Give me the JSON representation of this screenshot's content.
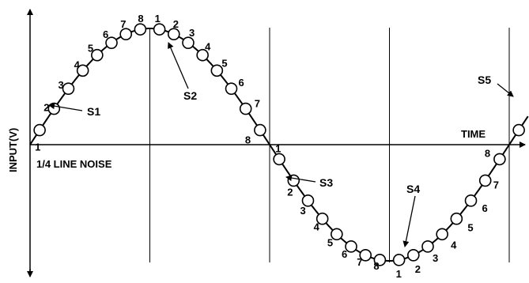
{
  "axes": {
    "y_label": "INPUT(V)",
    "x_label": "TIME"
  },
  "note": "1/4 LINE NOISE",
  "sample_numbers": [
    "1",
    "2",
    "3",
    "4",
    "5",
    "6",
    "7",
    "8"
  ],
  "markers": [
    "S1",
    "S2",
    "S3",
    "S4",
    "S5"
  ],
  "colors": {
    "ink": "#000000",
    "background": "#ffffff"
  }
}
